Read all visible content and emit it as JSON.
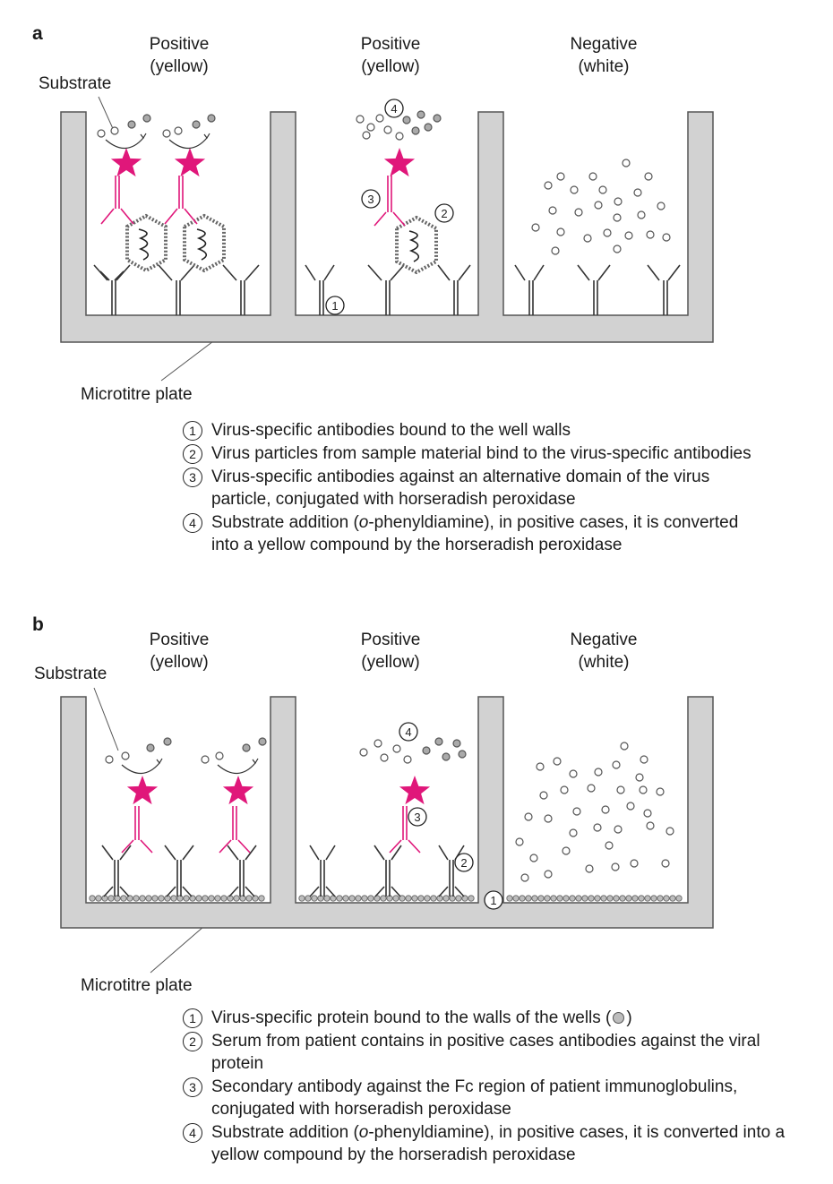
{
  "panel_a": {
    "letter": "a",
    "columns": [
      {
        "line1": "Positive",
        "line2": "(yellow)"
      },
      {
        "line1": "Positive",
        "line2": "(yellow)"
      },
      {
        "line1": "Negative",
        "line2": "(white)"
      }
    ],
    "substrate_label": "Substrate",
    "plate_label": "Microtitre plate",
    "markers": [
      "1",
      "2",
      "3",
      "4"
    ],
    "legend": [
      {
        "num": "1",
        "text": "Virus-specific antibodies bound to the well walls"
      },
      {
        "num": "2",
        "text": "Virus particles from sample material bind to the virus-specific antibodies"
      },
      {
        "num": "3",
        "text": "Virus-specific antibodies against an alternative domain of the virus particle, conjugated with horseradish peroxidase"
      },
      {
        "num": "4",
        "text_before": "Substrate addition (",
        "text_italic": "o",
        "text_after": "-phenyldiamine), in positive cases, it is converted into a yellow compound by the horseradish peroxidase"
      }
    ]
  },
  "panel_b": {
    "letter": "b",
    "columns": [
      {
        "line1": "Positive",
        "line2": "(yellow)"
      },
      {
        "line1": "Positive",
        "line2": "(yellow)"
      },
      {
        "line1": "Negative",
        "line2": "(white)"
      }
    ],
    "substrate_label": "Substrate",
    "plate_label": "Microtitre plate",
    "markers": [
      "1",
      "2",
      "3",
      "4"
    ],
    "legend": [
      {
        "num": "1",
        "text_before": "Virus-specific protein bound to the walls of the wells (",
        "text_after": ")"
      },
      {
        "num": "2",
        "text": "Serum from patient contains in positive cases antibodies against the viral protein"
      },
      {
        "num": "3",
        "text": "Secondary antibody against the Fc region of patient immunoglobulins, conjugated with horseradish peroxidase"
      },
      {
        "num": "4",
        "text_before": "Substrate addition (",
        "text_italic": "o",
        "text_after": "-phenyldiamine), in positive cases, it is converted into a yellow compound by the horseradish peroxidase"
      }
    ]
  },
  "colors": {
    "enzyme_star": "#e0177a",
    "conjugate_antibody": "#e0177a",
    "plate": "#d2d2d2",
    "plate_outline": "#555555",
    "antibody": "#333333"
  },
  "icons": [
    "enzyme-star-icon",
    "antibody-icon",
    "virus-particle-icon",
    "substrate-molecule-icon",
    "viral-protein-icon"
  ]
}
